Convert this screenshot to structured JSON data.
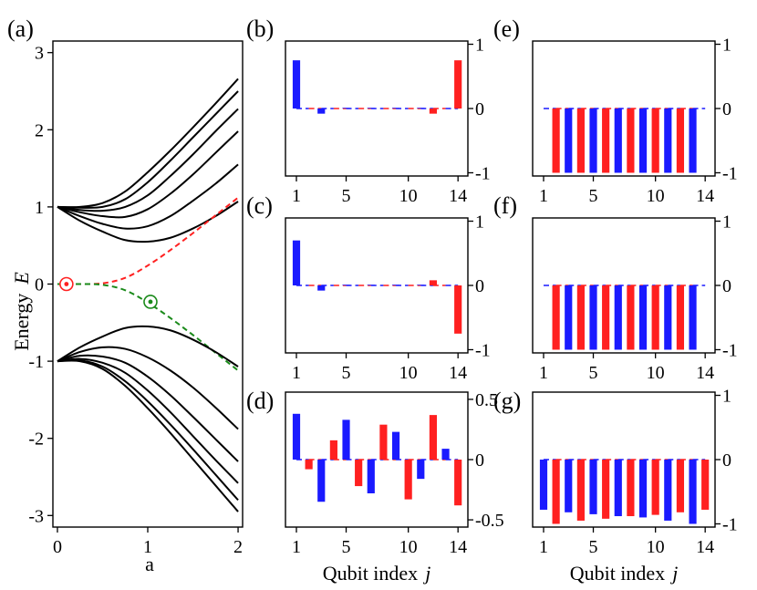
{
  "figure": {
    "panel_labels": [
      "(a)",
      "(b)",
      "(c)",
      "(d)",
      "(e)",
      "(f)",
      "(g)"
    ]
  },
  "colors": {
    "red": "#ff2020",
    "blue": "#1a1aff",
    "green": "#1a8a1a",
    "black": "#000000"
  },
  "chart_data": [
    {
      "panel": "(a)",
      "type": "line",
      "xlabel": "a",
      "ylabel": "Energy",
      "ylabel_symbol": "E",
      "xlim": [
        -0.05,
        2.05
      ],
      "ylim": [
        -3.15,
        3.15
      ],
      "xticks": [
        0,
        1,
        2
      ],
      "yticks": [
        3,
        2,
        1,
        0,
        -1,
        -2,
        -3
      ],
      "series": [
        {
          "style": "solid",
          "color": "#000000",
          "x": [
            0,
            0.25,
            0.5,
            0.75,
            1,
            1.25,
            1.5,
            1.75,
            2
          ],
          "y": [
            1,
            1.0,
            1.05,
            1.2,
            1.45,
            1.73,
            2.03,
            2.34,
            2.66
          ]
        },
        {
          "style": "solid",
          "color": "#000000",
          "x": [
            0,
            0.25,
            0.5,
            0.75,
            1,
            1.25,
            1.5,
            1.75,
            2
          ],
          "y": [
            1,
            0.99,
            1.0,
            1.1,
            1.32,
            1.6,
            1.9,
            2.2,
            2.5
          ]
        },
        {
          "style": "solid",
          "color": "#000000",
          "x": [
            0,
            0.25,
            0.5,
            0.75,
            1,
            1.25,
            1.5,
            1.75,
            2
          ],
          "y": [
            1,
            0.96,
            0.95,
            1.0,
            1.15,
            1.4,
            1.68,
            1.98,
            2.27
          ]
        },
        {
          "style": "solid",
          "color": "#000000",
          "x": [
            0,
            0.25,
            0.5,
            0.75,
            1,
            1.25,
            1.5,
            1.75,
            2
          ],
          "y": [
            1,
            0.93,
            0.88,
            0.87,
            0.97,
            1.17,
            1.42,
            1.7,
            1.98
          ]
        },
        {
          "style": "solid",
          "color": "#000000",
          "x": [
            0,
            0.25,
            0.5,
            0.75,
            1,
            1.25,
            1.5,
            1.75,
            2
          ],
          "y": [
            1,
            0.88,
            0.78,
            0.72,
            0.75,
            0.88,
            1.08,
            1.3,
            1.55
          ]
        },
        {
          "style": "solid",
          "color": "#000000",
          "x": [
            0,
            0.25,
            0.5,
            0.75,
            1,
            1.25,
            1.5,
            1.75,
            2
          ],
          "y": [
            1,
            0.82,
            0.68,
            0.57,
            0.55,
            0.6,
            0.72,
            0.88,
            1.07
          ]
        },
        {
          "style": "dashed",
          "color": "#ff2020",
          "x": [
            0,
            0.25,
            0.5,
            0.75,
            1,
            1.25,
            1.5,
            1.75,
            2
          ],
          "y": [
            0,
            0,
            0.01,
            0.08,
            0.24,
            0.44,
            0.66,
            0.89,
            1.12
          ]
        },
        {
          "style": "dashed",
          "color": "#1a8a1a",
          "x": [
            0,
            0.25,
            0.5,
            0.75,
            1,
            1.25,
            1.5,
            1.75,
            2
          ],
          "y": [
            0,
            0,
            -0.01,
            -0.08,
            -0.24,
            -0.44,
            -0.66,
            -0.89,
            -1.12
          ]
        },
        {
          "style": "solid",
          "color": "#000000",
          "x": [
            0,
            0.25,
            0.5,
            0.75,
            1,
            1.25,
            1.5,
            1.75,
            2
          ],
          "y": [
            -1,
            -0.82,
            -0.68,
            -0.57,
            -0.55,
            -0.6,
            -0.72,
            -0.88,
            -1.07
          ]
        },
        {
          "style": "solid",
          "color": "#000000",
          "x": [
            0,
            0.25,
            0.5,
            0.75,
            1,
            1.25,
            1.5,
            1.75,
            2
          ],
          "y": [
            -1,
            -0.88,
            -0.82,
            -0.84,
            -0.95,
            -1.12,
            -1.34,
            -1.6,
            -1.88
          ]
        },
        {
          "style": "solid",
          "color": "#000000",
          "x": [
            0,
            0.25,
            0.5,
            0.75,
            1,
            1.25,
            1.5,
            1.75,
            2
          ],
          "y": [
            -1,
            -0.93,
            -0.94,
            -1.02,
            -1.2,
            -1.44,
            -1.72,
            -2.01,
            -2.3
          ]
        },
        {
          "style": "solid",
          "color": "#000000",
          "x": [
            0,
            0.25,
            0.5,
            0.75,
            1,
            1.25,
            1.5,
            1.75,
            2
          ],
          "y": [
            -1,
            -0.97,
            -1.02,
            -1.15,
            -1.38,
            -1.66,
            -1.97,
            -2.28,
            -2.58
          ]
        },
        {
          "style": "solid",
          "color": "#000000",
          "x": [
            0,
            0.25,
            0.5,
            0.75,
            1,
            1.25,
            1.5,
            1.75,
            2
          ],
          "y": [
            -1,
            -0.99,
            -1.07,
            -1.26,
            -1.52,
            -1.82,
            -2.14,
            -2.47,
            -2.8
          ]
        },
        {
          "style": "solid",
          "color": "#000000",
          "x": [
            0,
            0.25,
            0.5,
            0.75,
            1,
            1.25,
            1.5,
            1.75,
            2
          ],
          "y": [
            -1,
            -1.0,
            -1.1,
            -1.32,
            -1.61,
            -1.93,
            -2.27,
            -2.61,
            -2.95
          ]
        }
      ],
      "markers": [
        {
          "x": 0.1,
          "y": 0.0,
          "color": "#ff2020"
        },
        {
          "x": 1.03,
          "y": -0.23,
          "color": "#1a8a1a"
        }
      ]
    },
    {
      "panel": "(b)",
      "type": "bar",
      "x": [
        1,
        2,
        3,
        4,
        5,
        6,
        7,
        8,
        9,
        10,
        11,
        12,
        13,
        14
      ],
      "values": [
        0.75,
        0,
        -0.08,
        0,
        0.01,
        0,
        0.01,
        0,
        0.01,
        0,
        0.01,
        -0.08,
        0,
        0.75
      ],
      "colors": [
        "blue",
        "red",
        "blue",
        "red",
        "blue",
        "red",
        "blue",
        "red",
        "blue",
        "red",
        "blue",
        "red",
        "blue",
        "red"
      ],
      "ylim": [
        -1.05,
        1.05
      ],
      "yticks": [
        1,
        0,
        -1
      ],
      "xticks": [
        1,
        5,
        10,
        14
      ],
      "yaxis_side": "right"
    },
    {
      "panel": "(c)",
      "type": "bar",
      "x": [
        1,
        2,
        3,
        4,
        5,
        6,
        7,
        8,
        9,
        10,
        11,
        12,
        13,
        14
      ],
      "values": [
        0.7,
        0,
        -0.08,
        0,
        0.01,
        0,
        0.01,
        0,
        0.01,
        0,
        0.01,
        0.08,
        0,
        -0.75
      ],
      "colors": [
        "blue",
        "red",
        "blue",
        "red",
        "blue",
        "red",
        "blue",
        "red",
        "blue",
        "red",
        "blue",
        "red",
        "blue",
        "red"
      ],
      "ylim": [
        -1.05,
        1.05
      ],
      "yticks": [
        1,
        0,
        -1
      ],
      "xticks": [
        1,
        5,
        10,
        14
      ],
      "yaxis_side": "right"
    },
    {
      "panel": "(d)",
      "type": "bar",
      "x": [
        1,
        2,
        3,
        4,
        5,
        6,
        7,
        8,
        9,
        10,
        11,
        12,
        13,
        14
      ],
      "values": [
        0.38,
        -0.08,
        -0.35,
        0.16,
        0.33,
        -0.22,
        -0.28,
        0.29,
        0.23,
        -0.33,
        -0.16,
        0.37,
        0.09,
        -0.38
      ],
      "colors": [
        "blue",
        "red",
        "blue",
        "red",
        "blue",
        "red",
        "blue",
        "red",
        "blue",
        "red",
        "blue",
        "red",
        "blue",
        "red"
      ],
      "ylim": [
        -0.56,
        0.56
      ],
      "yticks": [
        0.5,
        0,
        -0.5
      ],
      "ytick_labels": [
        "0.5",
        "0",
        "-0.5"
      ],
      "xticks": [
        1,
        5,
        10,
        14
      ],
      "yaxis_side": "right",
      "xlabel": "Qubit index",
      "xlabel_symbol": "j"
    },
    {
      "panel": "(e)",
      "type": "bar",
      "x": [
        1,
        2,
        3,
        4,
        5,
        6,
        7,
        8,
        9,
        10,
        11,
        12,
        13,
        14
      ],
      "values": [
        0,
        -1.0,
        -1.0,
        -1.0,
        -1.0,
        -1.0,
        -1.0,
        -1.0,
        -1.0,
        -1.0,
        -1.0,
        -1.0,
        -1.0,
        0
      ],
      "colors": [
        "blue",
        "red",
        "blue",
        "red",
        "blue",
        "red",
        "blue",
        "red",
        "blue",
        "red",
        "blue",
        "red",
        "blue",
        "red"
      ],
      "ylim": [
        -1.05,
        1.05
      ],
      "yticks": [
        1,
        0,
        -1
      ],
      "xticks": [
        1,
        5,
        10,
        14
      ],
      "yaxis_side": "right"
    },
    {
      "panel": "(f)",
      "type": "bar",
      "x": [
        1,
        2,
        3,
        4,
        5,
        6,
        7,
        8,
        9,
        10,
        11,
        12,
        13,
        14
      ],
      "values": [
        0,
        -1.0,
        -1.0,
        -1.0,
        -1.0,
        -1.0,
        -1.0,
        -1.0,
        -1.0,
        -1.0,
        -1.0,
        -1.0,
        -1.0,
        0
      ],
      "colors": [
        "blue",
        "red",
        "blue",
        "red",
        "blue",
        "red",
        "blue",
        "red",
        "blue",
        "red",
        "blue",
        "red",
        "blue",
        "red"
      ],
      "ylim": [
        -1.05,
        1.05
      ],
      "yticks": [
        1,
        0,
        -1
      ],
      "xticks": [
        1,
        5,
        10,
        14
      ],
      "yaxis_side": "right"
    },
    {
      "panel": "(g)",
      "type": "bar",
      "x": [
        1,
        2,
        3,
        4,
        5,
        6,
        7,
        8,
        9,
        10,
        11,
        12,
        13,
        14
      ],
      "values": [
        -0.78,
        -1.0,
        -0.82,
        -0.95,
        -0.85,
        -0.92,
        -0.88,
        -0.88,
        -0.9,
        -0.86,
        -0.95,
        -0.82,
        -1.0,
        -0.78
      ],
      "colors": [
        "blue",
        "red",
        "blue",
        "red",
        "blue",
        "red",
        "blue",
        "red",
        "blue",
        "red",
        "blue",
        "red",
        "blue",
        "red"
      ],
      "ylim": [
        -1.05,
        1.05
      ],
      "yticks": [
        1,
        0,
        -1
      ],
      "xticks": [
        1,
        5,
        10,
        14
      ],
      "yaxis_side": "right",
      "xlabel": "Qubit index",
      "xlabel_symbol": "j"
    }
  ]
}
